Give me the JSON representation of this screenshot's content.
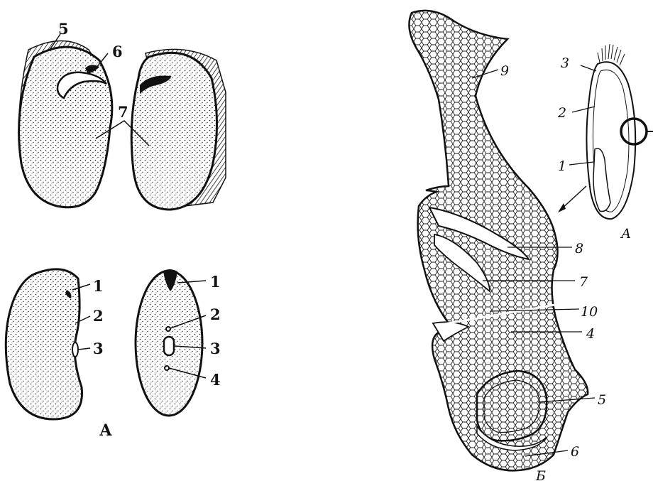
{
  "bean": {
    "panel_letter": "А",
    "open_halves": {
      "labels": [
        "5",
        "6",
        "7"
      ]
    },
    "seed_side": {
      "labels": [
        "1",
        "2",
        "3"
      ]
    },
    "seed_front": {
      "labels": [
        "1",
        "2",
        "3",
        "4"
      ]
    }
  },
  "grain": {
    "section_letter": "Б",
    "section_labels": [
      "9",
      "8",
      "7",
      "10",
      "4",
      "5",
      "6"
    ],
    "whole_grain": {
      "letter": "А",
      "labels": [
        "3",
        "2",
        "1"
      ]
    }
  }
}
